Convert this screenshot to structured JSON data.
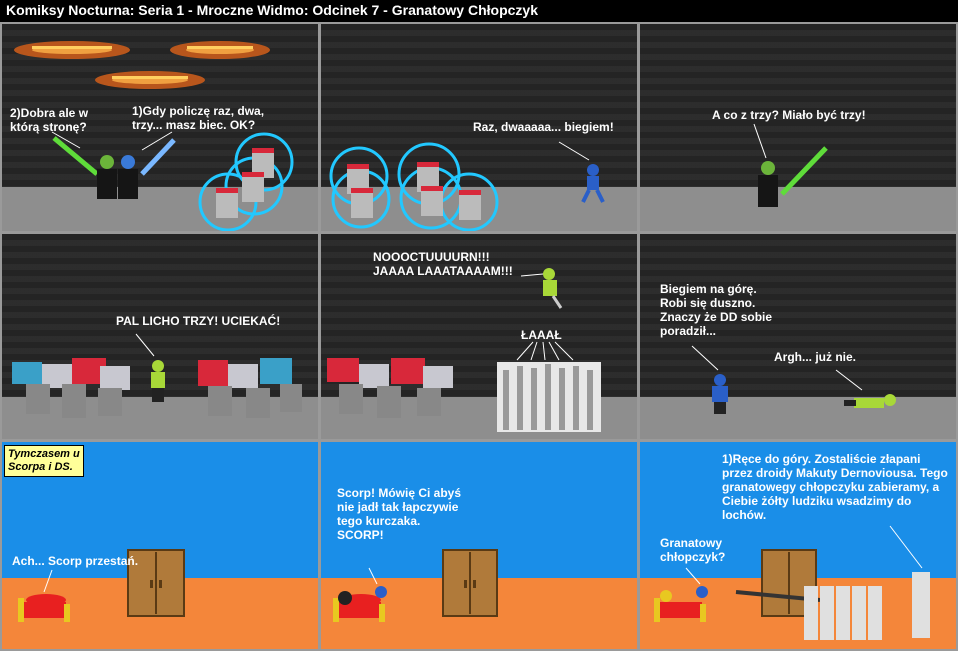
{
  "comic": {
    "title": "Komiksy Nocturna: Seria 1 - Mroczne Widmo: Odcinek 7 - Granatowy Chłopczyk",
    "panels": [
      {
        "id": 1,
        "bubbles": [
          "2)Dobra ale w\nktórą stronę?",
          "1)Gdy policzę raz, dwa,\ntrzy... masz biec. OK?"
        ]
      },
      {
        "id": 2,
        "bubbles": [
          "Raz, dwaaaaa... biegiem!"
        ]
      },
      {
        "id": 3,
        "bubbles": [
          "A co z trzy? Miało być trzy!"
        ]
      },
      {
        "id": 4,
        "bubbles": [
          "PAL LICHO TRZY! UCIEKAĆ!"
        ]
      },
      {
        "id": 5,
        "bubbles": [
          "NOOOCTUUUURN!!!\nJAAAA LAAATAAAAM!!!",
          "ŁAAAŁ"
        ]
      },
      {
        "id": 6,
        "bubbles": [
          "Biegiem na górę.\nRobi się duszno.\nZnaczy że DD sobie\nporadził...",
          "Argh... już nie."
        ]
      },
      {
        "id": 7,
        "caption": "Tymczasem u\nScorpa i DS.",
        "bubbles": [
          "Ach... Scorp przestań."
        ]
      },
      {
        "id": 8,
        "bubbles": [
          "Scorp! Mówię Ci abyś\nnie jadł tak łapczywie\ntego kurczaka.\nSCORP!"
        ]
      },
      {
        "id": 9,
        "bubbles": [
          "1)Ręce do góry. Zostaliście złapani\nprzez droidy Makuty Dernoviousa. Tego\ngranatowegy chłopczyku zabieramy, a\nCiebie żółty ludziku wsadzimy do\nlochów.",
          "Granatowy\nchłopczyk?"
        ]
      }
    ]
  },
  "colors": {
    "dark_bg": "#2a2a2a",
    "floor_gray": "#8e8e8e",
    "wall_blue": "#1a8ee8",
    "floor_orange": "#f4863a",
    "caption_yellow": "#ffff99",
    "saber_green": "#5fdc3a",
    "saber_blue": "#7ab8ff",
    "shield_cyan": "#22c8ff",
    "droid_red": "#d8283a"
  }
}
